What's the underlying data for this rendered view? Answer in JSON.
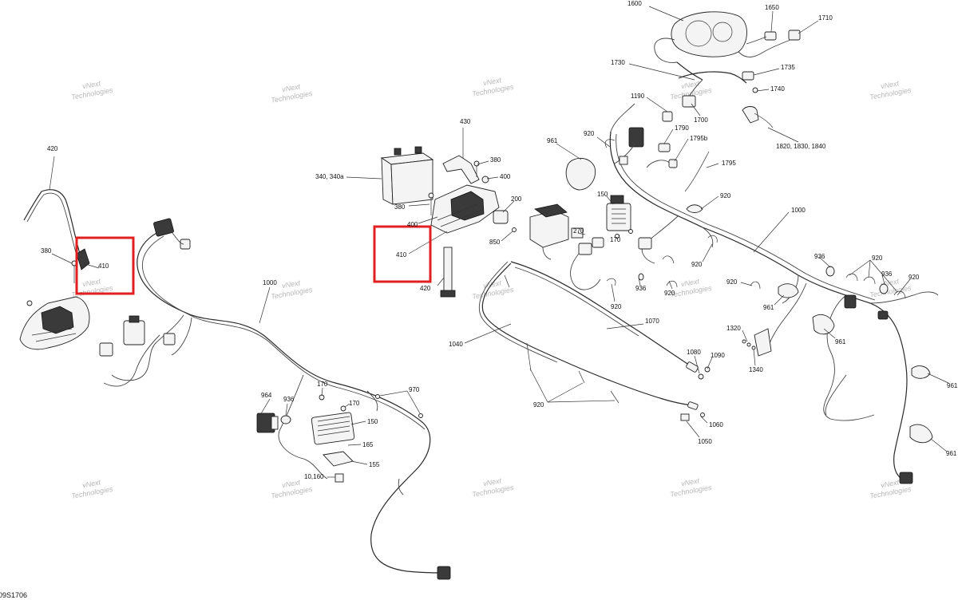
{
  "diagram_code": "09S1706",
  "watermark": {
    "line1": "vNext",
    "line2": "Technologies"
  },
  "highlight_color": "#e02020",
  "highlighted_parts": [
    "410"
  ],
  "callouts": {
    "c1600": "1600",
    "c1650": "1650",
    "c1710": "1710",
    "c1730": "1730",
    "c1735": "1735",
    "c1740": "1740",
    "c1190": "1190",
    "c1700": "1700",
    "c1790": "1790",
    "c1795b": "1795b",
    "c1795": "1795",
    "c18201830": "1820, 1830, 1840",
    "c430": "430",
    "c380a": "380",
    "c400a": "400",
    "c340": "340, 340a",
    "c380b": "380",
    "c200": "200",
    "c400b": "400",
    "c850": "850",
    "c410b": "410",
    "c420b": "420",
    "c920a": "920",
    "c961a": "961",
    "c150a": "150",
    "c270": "270",
    "c170a": "170",
    "c920b": "920",
    "c1000a": "1000",
    "c920c": "920",
    "c936a": "936",
    "c920d": "920",
    "c936b": "936",
    "c920e": "920",
    "c920f": "920",
    "c920g": "920",
    "c920h": "920",
    "c961b": "961",
    "c936c": "936",
    "c920i": "920",
    "c961c": "961",
    "c961d": "961",
    "c1320": "1320",
    "c1340": "1340",
    "c1070": "1070",
    "c1040": "1040",
    "c1080": "1080",
    "c1090": "1090",
    "c920j": "920",
    "c1060": "1060",
    "c1050": "1050",
    "c961e": "961",
    "c420a": "420",
    "c380c": "380",
    "c410a": "410",
    "c1000b": "1000",
    "c964": "964",
    "c936d": "936",
    "c170b": "170",
    "c170c": "170",
    "c970": "970",
    "c150b": "150",
    "c165": "165",
    "c155": "155",
    "c10160": "10,160"
  }
}
